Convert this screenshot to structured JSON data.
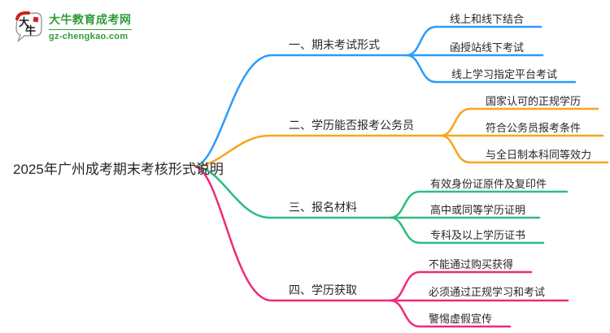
{
  "logo": {
    "title": "大牛教育成考网",
    "domain": "gz-chengkao.com",
    "icon_text_top": "大",
    "icon_text_bottom": "牛",
    "brand_color": "#2f9d3a",
    "accent_red": "#c9241c"
  },
  "mindmap": {
    "root": "2025年广州成考期末考核形式说明",
    "branches": [
      {
        "label": "一、期末考试形式",
        "color": "#2e9bfa",
        "children": [
          "线上和线下结合",
          "函授站线下考试",
          "线上学习指定平台考试"
        ]
      },
      {
        "label": "二、学历能否报考公务员",
        "color": "#faa41b",
        "children": [
          "国家认可的正规学历",
          "符合公务员报考条件",
          "与全日制本科同等效力"
        ]
      },
      {
        "label": "三、报名材料",
        "color": "#2cbe80",
        "children": [
          "有效身份证原件及复印件",
          "高中或同等学历证明",
          "专科及以上学历证书"
        ]
      },
      {
        "label": "四、学历获取",
        "color": "#f0297a",
        "children": [
          "不能通过购买获得",
          "必须通过正规学习和考试",
          "警惕虚假宣传"
        ]
      }
    ]
  }
}
